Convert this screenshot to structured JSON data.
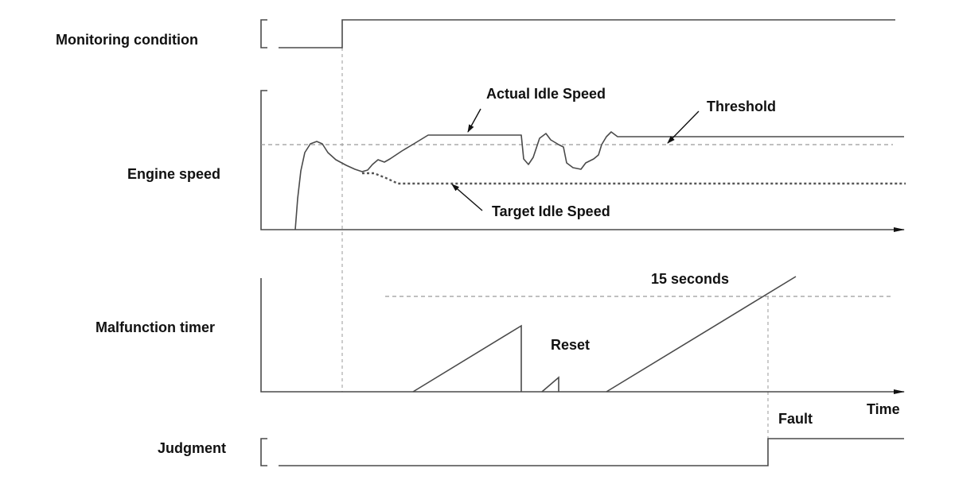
{
  "colors": {
    "ink": "#4a4a4a",
    "text": "#111111",
    "dashed_gray": "#9a9a9a",
    "target_dots": "#555555",
    "background": "#ffffff"
  },
  "rows": {
    "monitoring": "Monitoring condition",
    "engine": "Engine speed",
    "timer": "Malfunction timer",
    "judgment": "Judgment"
  },
  "annotations": {
    "actual_idle_speed": "Actual Idle Speed",
    "threshold": "Threshold",
    "target_idle_speed": "Target Idle Speed",
    "fifteen_seconds": "15 seconds",
    "reset": "Reset",
    "time": "Time",
    "fault": "Fault"
  }
}
